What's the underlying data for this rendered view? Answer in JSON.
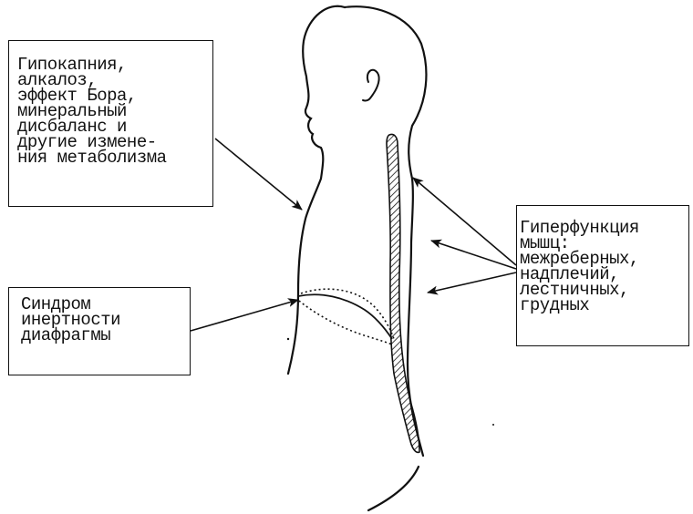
{
  "figure": {
    "labels": {
      "metabolism": [
        "Гипокапния,",
        "алкалоз,",
        "эффект Бора,",
        "минеральный",
        "дисбаланс и",
        "другие измене-",
        "ния метаболизма"
      ],
      "diaphragm": [
        "Синдром",
        "инертности",
        "диафрагмы"
      ],
      "muscles": [
        "Гиперфункция",
        "мышц:",
        "межреберных,",
        "надплечий,",
        "лестничных,",
        "грудных"
      ]
    }
  }
}
